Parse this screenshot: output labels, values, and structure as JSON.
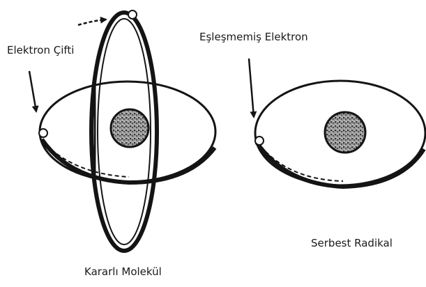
{
  "labels": {
    "electron_pair": "Elektron Çifti",
    "unpaired_electron": "Eşleşmemiş Elektron",
    "free_radical": "Serbest Radikal",
    "stable_molecule": "Kararlı Molekül"
  },
  "colors": {
    "ink": "#141414",
    "background": "#ffffff",
    "nucleus_fill": "#8a8a8a"
  }
}
